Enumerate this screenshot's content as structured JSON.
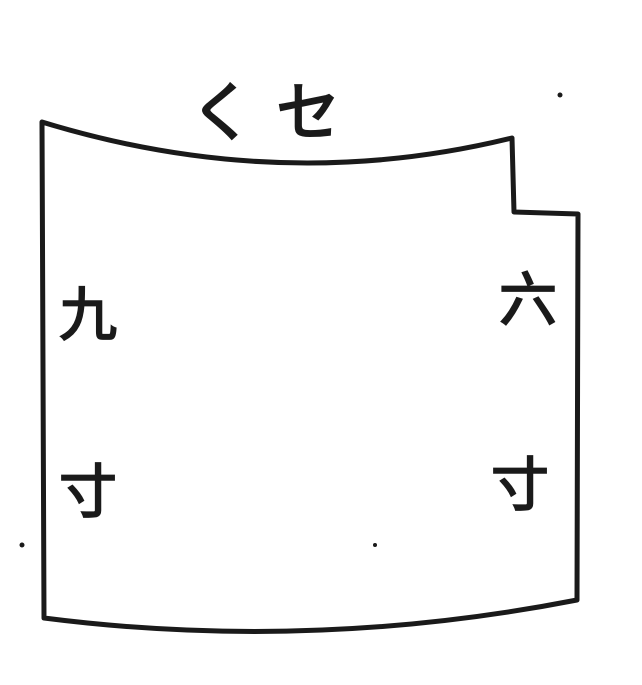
{
  "top_label": "く セ",
  "left_labels": [
    "九",
    "寸"
  ],
  "right_labels": [
    "六",
    "寸"
  ],
  "ink_color": "#1a1a1a",
  "paper_color": "#ffffff"
}
